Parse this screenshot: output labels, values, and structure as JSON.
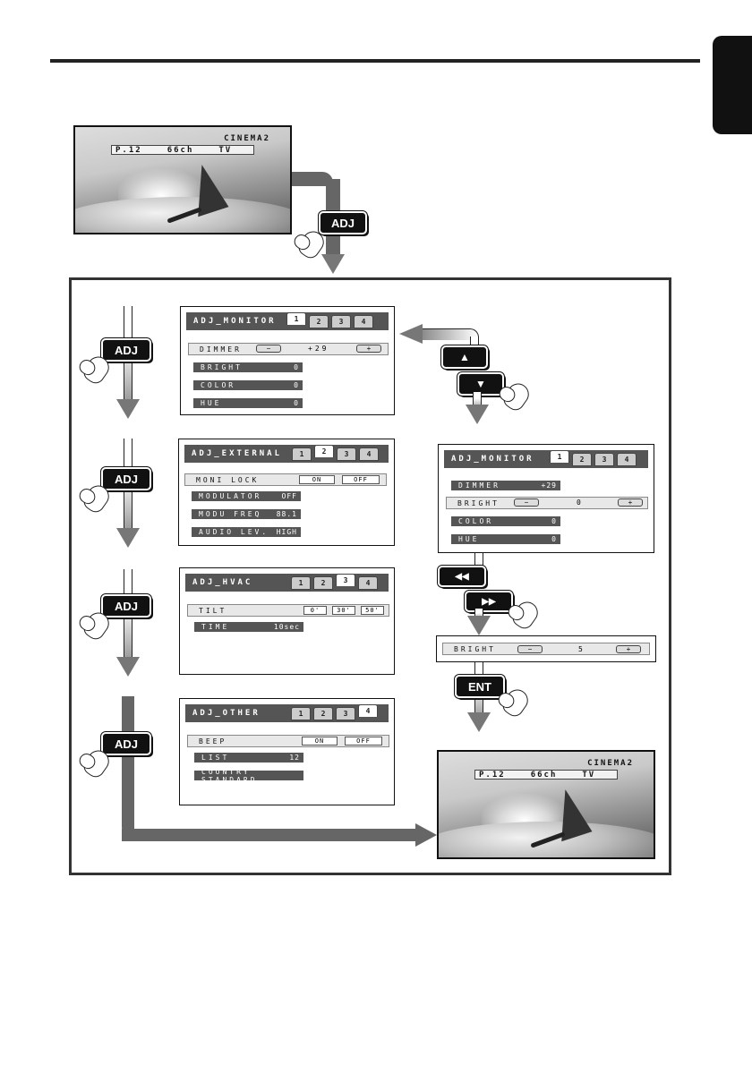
{
  "page": {
    "accent_color": "#111111"
  },
  "tv_screen_top": {
    "mode": "CINEMA2",
    "preset": "P.12",
    "channel": "66ch",
    "source": "TV"
  },
  "tv_screen_bottom": {
    "mode": "CINEMA2",
    "preset": "P.12",
    "channel": "66ch",
    "source": "TV"
  },
  "keys": {
    "adj": "ADJ",
    "up": "▲",
    "down": "▼",
    "rew": "◀◀",
    "ff": "▶▶",
    "ent": "ENT"
  },
  "menu_monitor": {
    "title": "ADJ_MONITOR",
    "tabs": [
      "1",
      "2",
      "3",
      "4"
    ],
    "selected_row": {
      "label": "DIMMER",
      "value": "+29",
      "minus": "−",
      "plus": "+"
    },
    "rows": [
      {
        "label": "BRIGHT",
        "value": "0"
      },
      {
        "label": "COLOR",
        "value": "0"
      },
      {
        "label": "HUE",
        "value": "0"
      }
    ]
  },
  "menu_external": {
    "title": "ADJ_EXTERNAL",
    "tabs": [
      "1",
      "2",
      "3",
      "4"
    ],
    "selected_row": {
      "label": "MONI LOCK",
      "on": "ON",
      "off": "OFF"
    },
    "rows": [
      {
        "label": "MODULATOR",
        "value": "OFF"
      },
      {
        "label": "MODU FREQ",
        "value": "88.1"
      },
      {
        "label": "AUDIO LEV.",
        "value": "HIGH"
      }
    ]
  },
  "menu_hvac": {
    "title": "ADJ_HVAC",
    "tabs": [
      "1",
      "2",
      "3",
      "4"
    ],
    "selected_row": {
      "label": "TILT",
      "options": [
        "0'",
        "30'",
        "50'"
      ]
    },
    "rows": [
      {
        "label": "TIME",
        "value": "10sec"
      }
    ]
  },
  "menu_other": {
    "title": "ADJ_OTHER",
    "tabs": [
      "1",
      "2",
      "3",
      "4"
    ],
    "selected_row": {
      "label": "BEEP",
      "on": "ON",
      "off": "OFF"
    },
    "rows": [
      {
        "label": "LIST",
        "value": "12"
      },
      {
        "label": "COUNTRY STANDARD",
        "value": ""
      }
    ]
  },
  "menu_monitor_bright": {
    "title": "ADJ_MONITOR",
    "tabs": [
      "1",
      "2",
      "3",
      "4"
    ],
    "top_row": {
      "label": "DIMMER",
      "value": "+29"
    },
    "selected_row": {
      "label": "BRIGHT",
      "value": "0",
      "minus": "−",
      "plus": "+"
    },
    "rows": [
      {
        "label": "COLOR",
        "value": "0"
      },
      {
        "label": "HUE",
        "value": "0"
      }
    ]
  },
  "bright_bar": {
    "label": "BRIGHT",
    "value": "5",
    "minus": "−",
    "plus": "+"
  }
}
